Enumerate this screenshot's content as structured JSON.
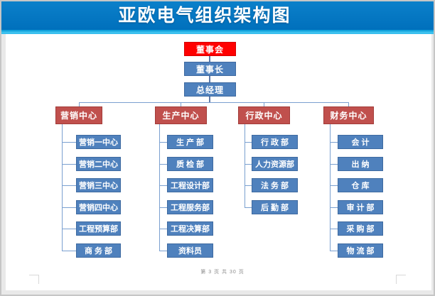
{
  "header": {
    "title": "亚欧电气组织架构图"
  },
  "org_chart": {
    "top_chain": [
      {
        "label": "董事会",
        "type": "root"
      },
      {
        "label": "董事长",
        "type": "dept"
      },
      {
        "label": "总经理",
        "type": "dept"
      }
    ],
    "branches": [
      {
        "label": "营销中心",
        "children": [
          "营销一中心",
          "营销二中心",
          "营销三中心",
          "营销四中心",
          "工程预算部",
          "商 务 部"
        ]
      },
      {
        "label": "生产中心",
        "children": [
          "生 产 部",
          "质 检 部",
          "工程设计部",
          "工程服务部",
          "工程决算部",
          "资料员"
        ]
      },
      {
        "label": "行政中心",
        "children": [
          "行 政 部",
          "人力资源部",
          "法 务 部",
          "后 勤 部"
        ]
      },
      {
        "label": "财务中心",
        "children": [
          "会 计",
          "出 纳",
          "仓 库",
          "审 计 部",
          "采 购 部",
          "物 流 部"
        ]
      }
    ],
    "colors": {
      "root": "#ff0000",
      "branch": "#c0504d",
      "department": "#4f81bd",
      "connector": "#7aa0d0",
      "connector_dark": "#5f7aa8"
    }
  },
  "footer": {
    "page_indicator": "第 3 页 共 30 页"
  }
}
